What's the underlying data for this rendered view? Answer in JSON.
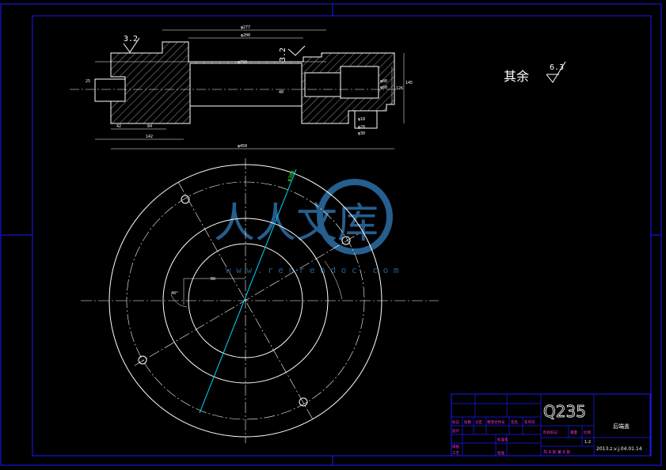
{
  "colors": {
    "background": "#000000",
    "border": "#1a1aff",
    "outline": "#ffffff",
    "hatch": "#ffffff",
    "centerline": "#ffffff",
    "axis_cyan": "#00d8ff",
    "dim_green": "#33ff33",
    "title_magenta": "#ff33ff",
    "watermark": "#2d6fa6"
  },
  "notes": {
    "rest_label": "其余",
    "rest_roughness": "6.3",
    "roughness_top": "3.2",
    "roughness_bore": "3.2"
  },
  "section_view": {
    "dims": {
      "top_width": "φ277",
      "inner_width": "φ200",
      "bore": "φ250",
      "overall": "φ450",
      "left_a": "42",
      "left_b": "84",
      "left_c": "142",
      "small_a": "25",
      "depth": "40",
      "right_a": "φ80",
      "right_b": "φ60",
      "right_c": "126",
      "right_d": "145",
      "bottom_a": "φ18",
      "bottom_b": "φ28",
      "bottom_c": "φ30"
    }
  },
  "plan_view": {
    "dims": {
      "green_dim": "φ380",
      "radius_a": "R0",
      "radius_b": "40°"
    }
  },
  "watermark": {
    "text": "人人文库",
    "url": "w w w . r e n r e n d o c . c o m"
  },
  "title_block": {
    "material": "Q235",
    "part_name": "后端盖",
    "scale": "1:2",
    "sheet": "共 9 张 第 6 张",
    "drawing_no": "2013.z.v.j.04.01.14",
    "row_labels": [
      "标记",
      "处数",
      "分区",
      "更改文件号",
      "签名",
      "年月日"
    ],
    "left_labels": [
      "设计",
      "审核",
      "工艺"
    ],
    "mid_labels": [
      "标准化",
      "批准"
    ],
    "stage_labels": [
      "阶段标记",
      "重量",
      "比例"
    ]
  }
}
